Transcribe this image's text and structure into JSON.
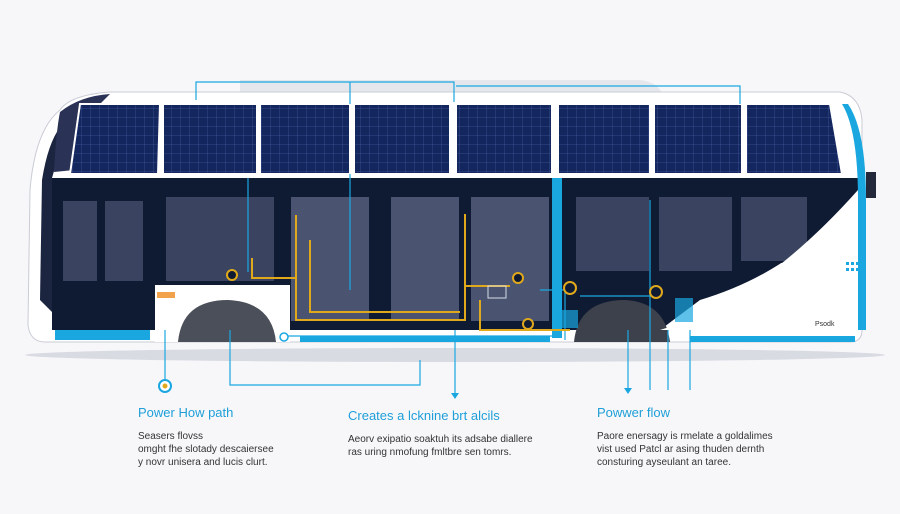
{
  "labels": [
    {
      "title": "Power How path",
      "lines": [
        "Seasers flovss",
        "omght fhe slotady descaiersee",
        "y novr unisera and lucis clurt."
      ]
    },
    {
      "title": "Creates a lcknine brt alcils",
      "lines": [
        "Aeorv exipatio soaktuh its adsabe diallere",
        "ras uring nmofung fmltbre sen tomrs."
      ]
    },
    {
      "title": "Powwer flow",
      "lines": [
        "Paore enersagy is rmelate a goldalimes",
        "vist used Patcl ar asing thuden dernth",
        "consturing ayseulant an taree."
      ]
    }
  ],
  "rear_badge": "Psodk",
  "colors": {
    "accent_blue": "#1aa7e0",
    "solar_panel": "#13265e",
    "window_dark": "#0f1a33",
    "power_line": "#e0a91c"
  }
}
